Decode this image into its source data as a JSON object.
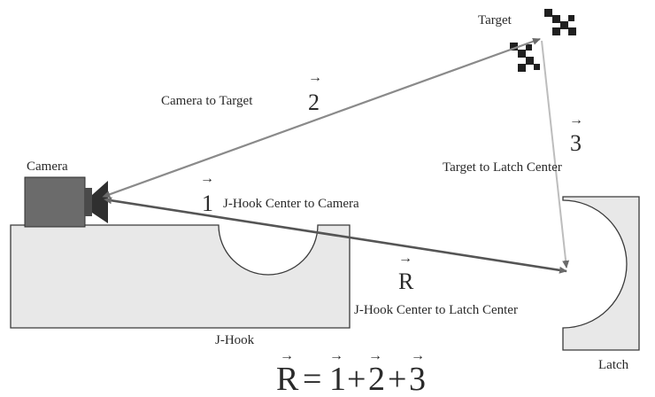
{
  "labels": {
    "target": "Target",
    "camera": "Camera",
    "latch": "Latch",
    "jhook": "J-Hook",
    "camera_to_target": "Camera to Target",
    "target_to_latch": "Target to Latch Center",
    "jhook_to_camera": "J-Hook Center to Camera",
    "jhook_to_latch": "J-Hook Center to Latch Center"
  },
  "vectors": {
    "v1": "1",
    "v2": "2",
    "v3": "3",
    "vR": "R",
    "arrow_glyph": "→"
  },
  "equation": {
    "lhs": "R",
    "equals": "=",
    "t1": "1",
    "plus1": "+",
    "t2": "2",
    "plus2": "+",
    "t3": "3"
  },
  "colors": {
    "camera_body": "#6b6b6b",
    "camera_lens": "#2f2f2f",
    "block_fill": "#e8e8e8",
    "block_stroke": "#3a3a3a",
    "vector_line": "#8a8a8a",
    "vector_dark": "#4a4a4a",
    "target_fill": "#1f1f1f"
  }
}
